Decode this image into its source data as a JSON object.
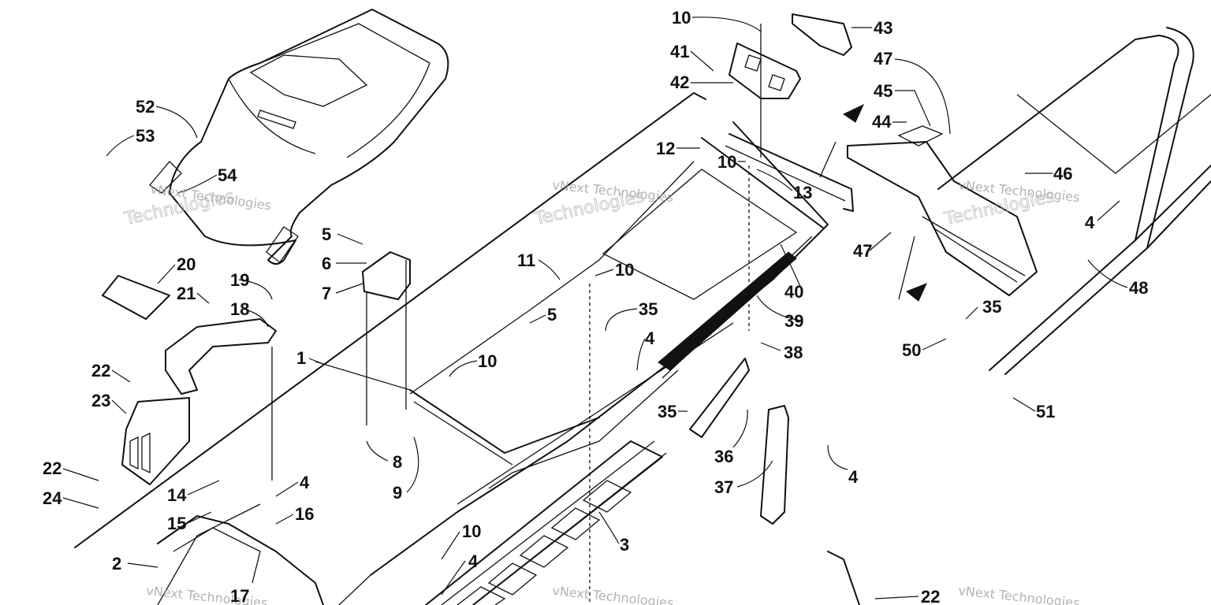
{
  "callouts": [
    {
      "label": "10"
    },
    {
      "label": "43"
    },
    {
      "label": "41"
    },
    {
      "label": "42"
    },
    {
      "label": "47"
    },
    {
      "label": "45"
    },
    {
      "label": "44"
    },
    {
      "label": "52"
    },
    {
      "label": "53"
    },
    {
      "label": "54"
    },
    {
      "label": "12"
    },
    {
      "label": "10"
    },
    {
      "label": "13"
    },
    {
      "label": "46"
    },
    {
      "label": "4"
    },
    {
      "label": "47"
    },
    {
      "label": "48"
    },
    {
      "label": "5"
    },
    {
      "label": "6"
    },
    {
      "label": "7"
    },
    {
      "label": "11"
    },
    {
      "label": "10"
    },
    {
      "label": "40"
    },
    {
      "label": "20"
    },
    {
      "label": "19"
    },
    {
      "label": "21"
    },
    {
      "label": "18"
    },
    {
      "label": "35"
    },
    {
      "label": "39"
    },
    {
      "label": "35"
    },
    {
      "label": "5"
    },
    {
      "label": "50"
    },
    {
      "label": "1"
    },
    {
      "label": "4"
    },
    {
      "label": "38"
    },
    {
      "label": "10"
    },
    {
      "label": "22"
    },
    {
      "label": "23"
    },
    {
      "label": "51"
    },
    {
      "label": "35"
    },
    {
      "label": "36"
    },
    {
      "label": "8"
    },
    {
      "label": "22"
    },
    {
      "label": "24"
    },
    {
      "label": "14"
    },
    {
      "label": "4"
    },
    {
      "label": "9"
    },
    {
      "label": "37"
    },
    {
      "label": "4"
    },
    {
      "label": "15"
    },
    {
      "label": "16"
    },
    {
      "label": "10"
    },
    {
      "label": "3"
    },
    {
      "label": "2"
    },
    {
      "label": "4"
    },
    {
      "label": "17"
    },
    {
      "label": "22"
    }
  ],
  "watermark": {
    "line1": "vNext Technologies",
    "line2": "Technologies"
  }
}
